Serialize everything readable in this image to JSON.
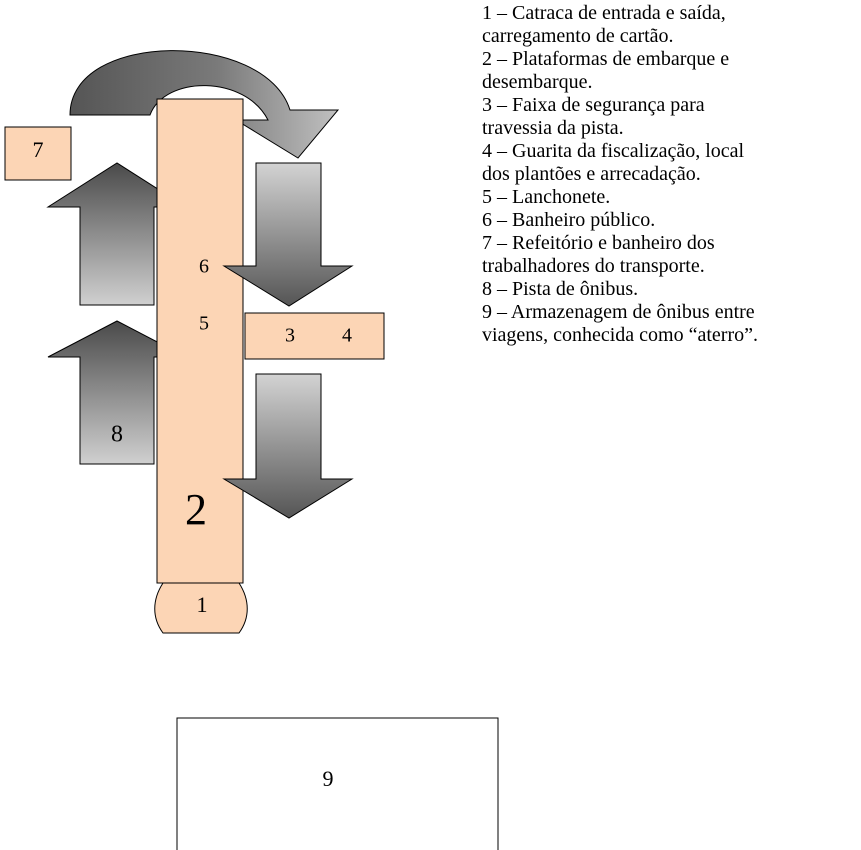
{
  "labels": {
    "catraca": "1",
    "plataforma": "2",
    "faixa": "3",
    "guarita": "4",
    "lanchonete": "5",
    "banheiro": "6",
    "refeitorio": "7",
    "pista": "8",
    "aterro": "9"
  },
  "legend": [
    "1 – Catraca de entrada e saída,\ncarregamento de cartão.",
    "2 – Plataformas de embarque e\ndesembarque.",
    "3 – Faixa de segurança para\ntravessia da pista.",
    "4 – Guarita da fiscalização, local\ndos plantões e arrecadação.",
    "5 – Lanchonete.",
    "6 – Banheiro público.",
    "7 – Refeitório e banheiro dos\ntrabalhadores do transporte.",
    "8 – Pista de ônibus.",
    "9 – Armazenagem de ônibus entre\nviagens, conhecida como “aterro”."
  ],
  "colors": {
    "fill": "#FCD5B5",
    "stroke": "#000000",
    "arrow_light": "#D0D0D0",
    "arrow_dark": "#5A5A5A"
  }
}
